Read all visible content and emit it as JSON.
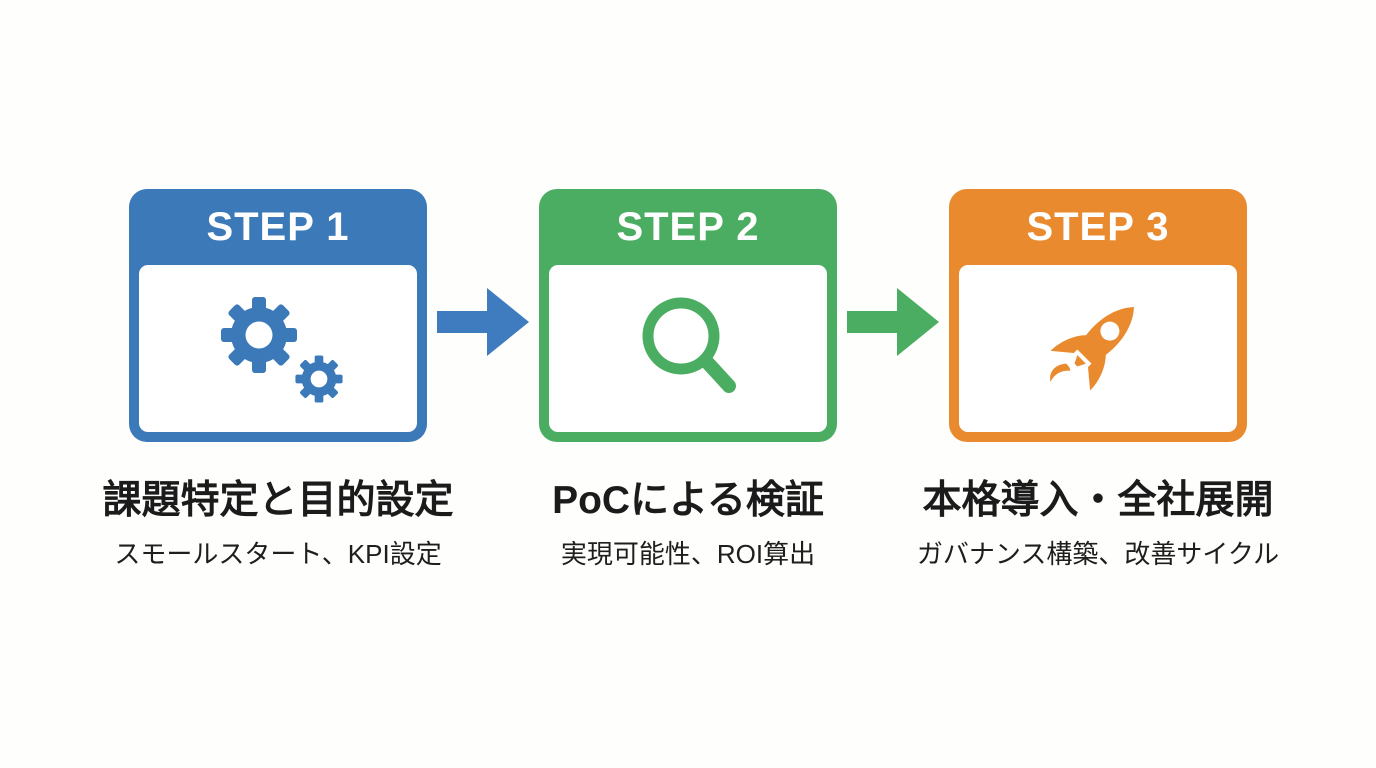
{
  "page": {
    "background": "#fefefc",
    "text_color": "#1b1b1b"
  },
  "steps": [
    {
      "label": "STEP 1",
      "title": "課題特定と目的設定",
      "subtitle": "スモールスタート、KPI設定",
      "color": "#3c79b8",
      "icon": "gears-icon"
    },
    {
      "label": "STEP 2",
      "title": "PoCによる検証",
      "subtitle": "実現可能性、ROI算出",
      "color": "#4bad62",
      "icon": "magnifier-icon"
    },
    {
      "label": "STEP 3",
      "title": "本格導入・全社展開",
      "subtitle": "ガバナンス構築、改善サイクル",
      "color": "#e98a2f",
      "icon": "rocket-icon"
    }
  ],
  "arrows": [
    {
      "icon": "right-arrow-icon",
      "color": "#3e7cbf"
    },
    {
      "icon": "right-arrow-icon",
      "color": "#4bad62"
    }
  ]
}
